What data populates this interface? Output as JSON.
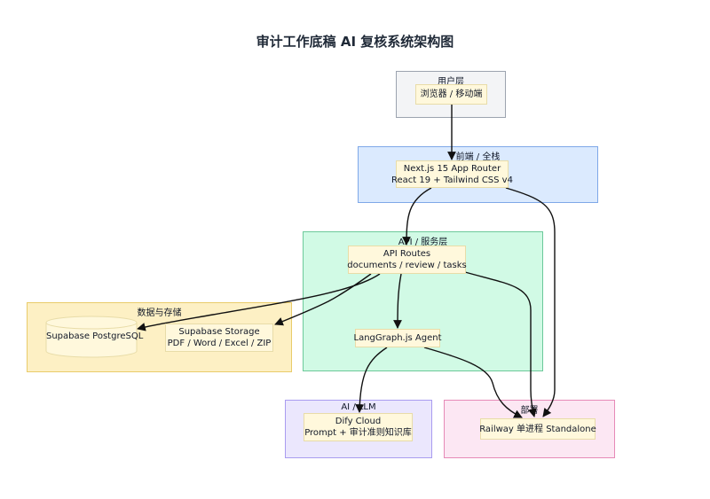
{
  "title": "审计工作底稿 AI 复核系统架构图",
  "groups": {
    "user": {
      "label": "用户层"
    },
    "frontend": {
      "label": "前端 / 全栈"
    },
    "api": {
      "label": "API / 服务层"
    },
    "data": {
      "label": "数据与存储"
    },
    "ai": {
      "label": "AI / LLM"
    },
    "deploy": {
      "label": "部署"
    }
  },
  "nodes": {
    "browser": {
      "line1": "浏览器 / 移动端"
    },
    "nextjs": {
      "line1": "Next.js 15 App Router",
      "line2": "React 19 + Tailwind CSS v4"
    },
    "routes": {
      "line1": "API Routes",
      "line2": "documents / review / tasks"
    },
    "postgres": {
      "line1": "Supabase PostgreSQL"
    },
    "storage": {
      "line1": "Supabase Storage",
      "line2": "PDF / Word / Excel / ZIP"
    },
    "agent": {
      "line1": "LangGraph.js Agent"
    },
    "dify": {
      "line1": "Dify Cloud",
      "line2": "Prompt + 审计准则知识库"
    },
    "railway": {
      "line1": "Railway 单进程 Standalone"
    }
  },
  "colors": {
    "user_fill": "#f3f4f6",
    "user_stroke": "#9ca3af",
    "frontend_fill": "#dbeafe",
    "frontend_stroke": "#7fa8e8",
    "api_fill": "#d1fae5",
    "api_stroke": "#6cc99a",
    "data_fill": "#fdf0c4",
    "data_stroke": "#e9cb6a",
    "ai_fill": "#ebe7fd",
    "ai_stroke": "#a99cf0",
    "deploy_fill": "#fce7f3",
    "deploy_stroke": "#e68ab7",
    "node_fill": "#fff8dc",
    "node_stroke": "#e8dca8",
    "edge": "#111111"
  }
}
